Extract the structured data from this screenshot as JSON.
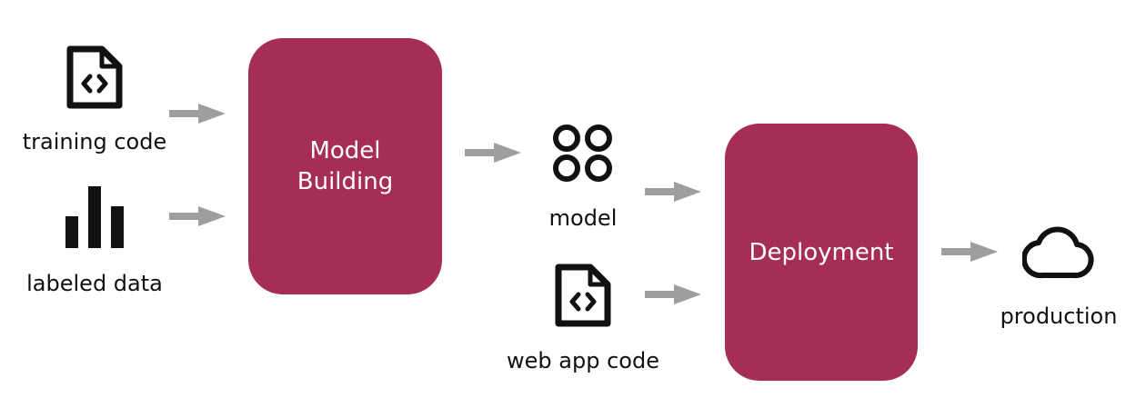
{
  "colors": {
    "box_fill": "#A52D57",
    "box_text": "#FFFFFF",
    "arrow": "#9E9E9E",
    "icon": "#111111"
  },
  "inputs": {
    "training_code": {
      "label": "training code",
      "icon": "code-file-icon"
    },
    "labeled_data": {
      "label": "labeled data",
      "icon": "bar-chart-icon"
    }
  },
  "model_building": {
    "line1": "Model",
    "line2": "Building"
  },
  "model": {
    "label": "model",
    "icon": "model-circles-icon"
  },
  "web_app_code": {
    "label": "web app code",
    "icon": "code-file-icon"
  },
  "deployment": {
    "label": "Deployment"
  },
  "production": {
    "label": "production",
    "icon": "cloud-icon"
  }
}
